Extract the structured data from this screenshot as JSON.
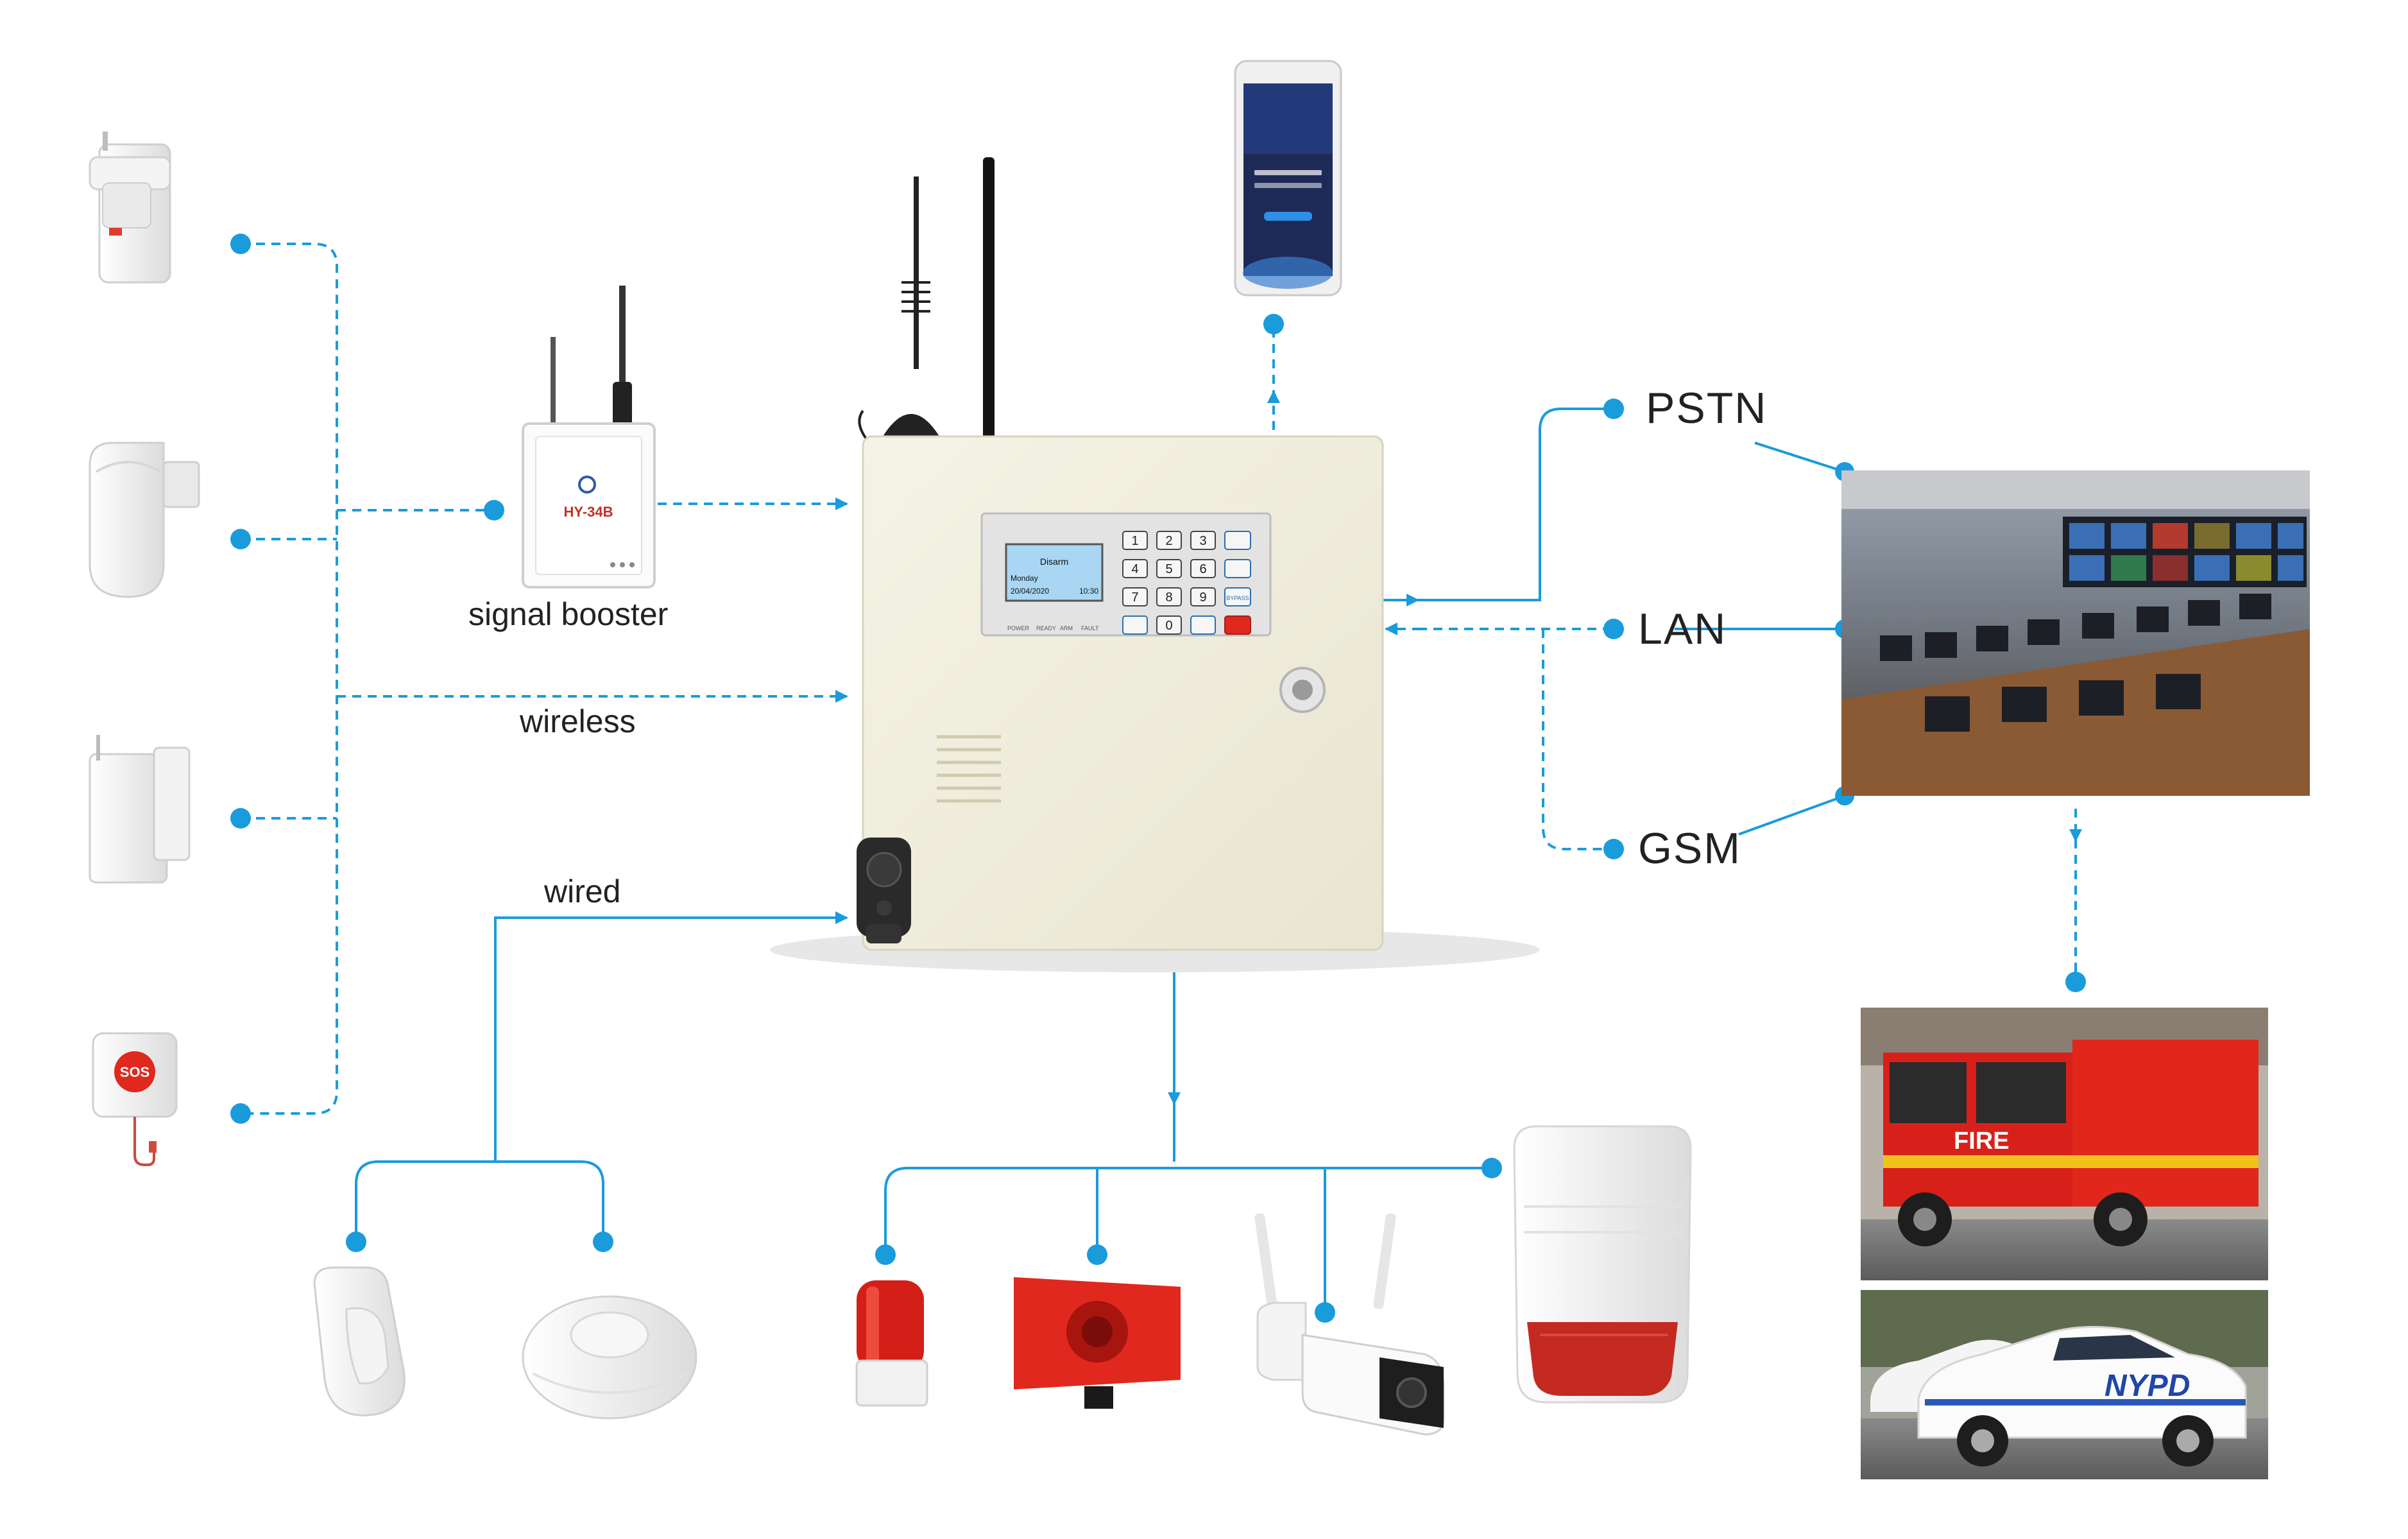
{
  "labels": {
    "signal_booster": "signal booster",
    "wireless": "wireless",
    "wired": "wired",
    "pstn": "PSTN",
    "lan": "LAN",
    "gsm": "GSM"
  },
  "panel": {
    "lcd_title": "Disarm",
    "lcd_day": "Monday",
    "lcd_date": "20/04/2020",
    "lcd_time": "10:30",
    "keys": [
      "1",
      "2",
      "3",
      "4",
      "5",
      "6",
      "7",
      "8",
      "9",
      "0"
    ],
    "bypass_label": "BYPASS",
    "indicators": [
      "POWER",
      "READY",
      "ARM",
      "FAULT"
    ]
  },
  "booster": {
    "model": "HY-34B"
  },
  "police_car": {
    "text": "NYPD"
  },
  "fire_truck": {
    "text": "FIRE"
  },
  "sos_button": {
    "text": "SOS"
  },
  "colors": {
    "line": "#1a9bdc",
    "dot": "#1a9bdc",
    "panel_body": "#f1efdf",
    "alarm_red": "#e0281e"
  }
}
